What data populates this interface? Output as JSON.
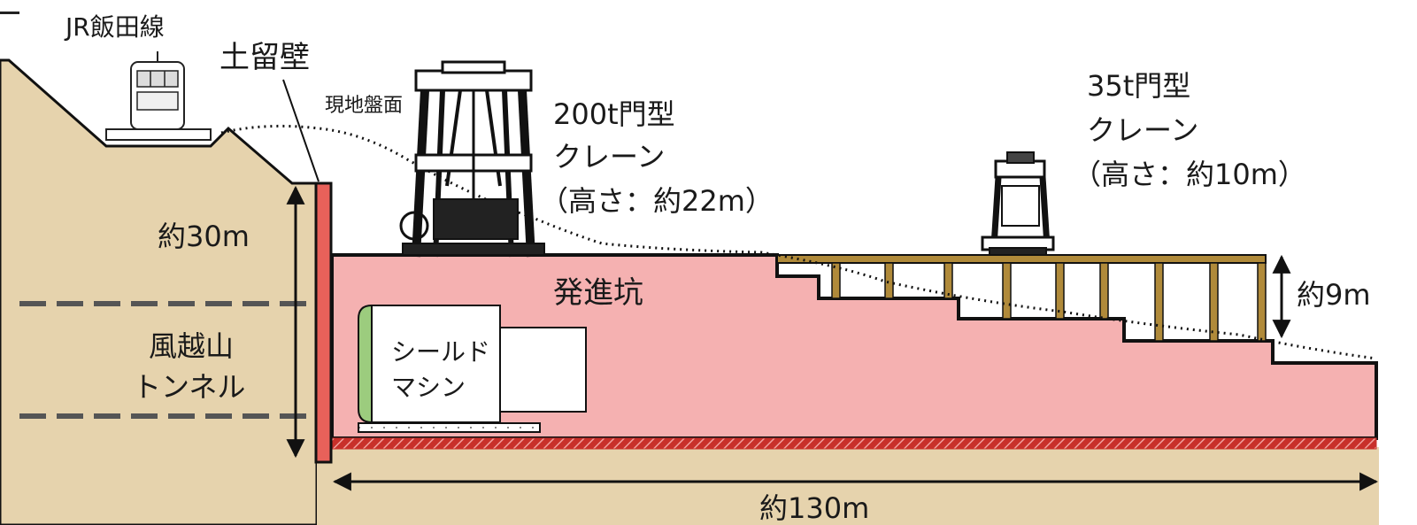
{
  "labels": {
    "railway": "JR飯田線",
    "retaining_wall": "土留壁",
    "ground_surface": "現地盤面",
    "crane_200_line1": "200t門型",
    "crane_200_line2": "クレーン",
    "crane_200_line3": "（高さ：約22m）",
    "crane_35_line1": "35t門型",
    "crane_35_line2": "クレーン",
    "crane_35_line3": "（高さ：約10m）",
    "depth": "約30m",
    "launch_shaft": "発進坑",
    "shield_line1": "シールド",
    "shield_line2": "マシン",
    "tunnel_line1": "風越山",
    "tunnel_line2": "トンネル",
    "step_height": "約9m",
    "length": "約130m"
  },
  "colors": {
    "ground": "#e6d3ad",
    "shaft": "#f5b1b1",
    "wall": "#e8615a",
    "floor": "#c8302a",
    "scaffold": "#b08a3a",
    "shield_face": "#9ccc7e",
    "outline": "#111111"
  }
}
